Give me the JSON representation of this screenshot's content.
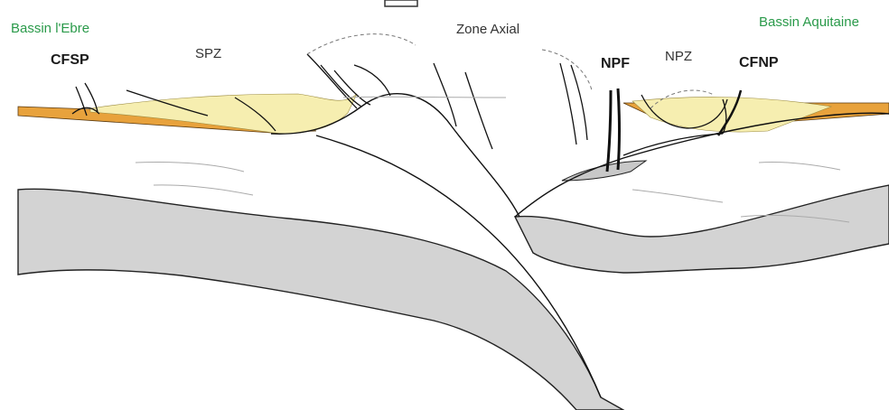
{
  "labels": {
    "basin_left": "Bassin l'Ebre",
    "basin_right": "Bassin Aquitaine",
    "cfsp": "CFSP",
    "spz": "SPZ",
    "zone_axial": "Zone Axial",
    "npf": "NPF",
    "npz": "NPZ",
    "cfnp": "CFNP"
  },
  "colors": {
    "basin_label": "#2a9a4a",
    "foreland_basin": "#e8a23c",
    "syn_orogenic": "#f6eeb0",
    "lower_crust": "#d3d3d3",
    "faults": "#111111"
  }
}
